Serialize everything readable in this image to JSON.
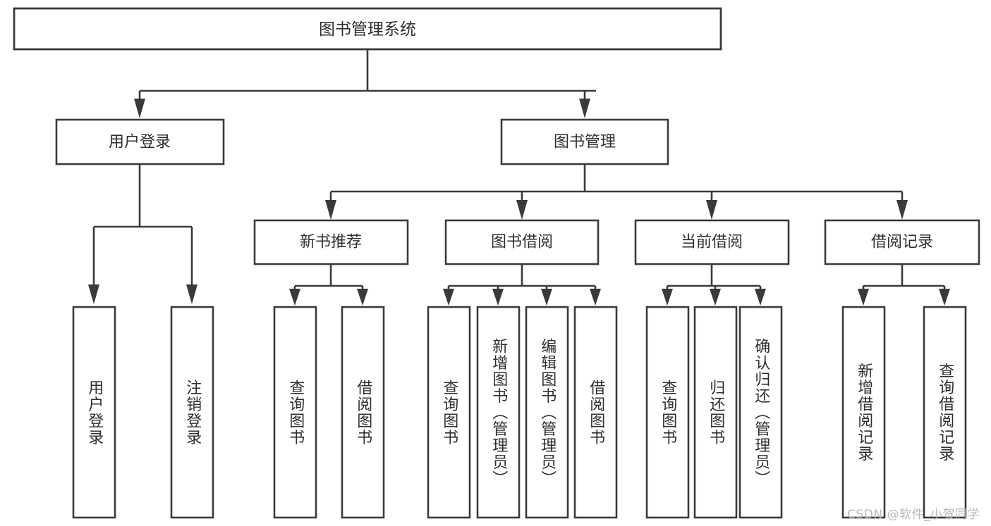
{
  "diagram": {
    "type": "tree",
    "title": "图书管理系统",
    "watermark": "CSDN @软件_小贺同学",
    "colors": {
      "box_stroke": "#3a3a3a",
      "box_fill": "#ffffff",
      "text": "#2f2f2f",
      "connector": "#3a3a3a",
      "watermark": "#b8b8b8",
      "background": "#ffffff"
    },
    "root": {
      "label": "图书管理系统"
    },
    "level2": [
      {
        "label": "用户登录"
      },
      {
        "label": "图书管理"
      }
    ],
    "level3": [
      {
        "label": "新书推荐"
      },
      {
        "label": "图书借阅"
      },
      {
        "label": "当前借阅"
      },
      {
        "label": "借阅记录"
      }
    ],
    "leaves": {
      "user_login": [
        {
          "label": "用户登录"
        },
        {
          "label": "注销登录"
        }
      ],
      "new_book": [
        {
          "label": "查询图书"
        },
        {
          "label": "借阅图书"
        }
      ],
      "book_borrow": [
        {
          "label": "查询图书"
        },
        {
          "label": "新增图书（管理员）"
        },
        {
          "label": "编辑图书（管理员）"
        },
        {
          "label": "借阅图书"
        }
      ],
      "current_borrow": [
        {
          "label": "查询图书"
        },
        {
          "label": "归还图书"
        },
        {
          "label": "确认归还（管理员）"
        }
      ],
      "borrow_record": [
        {
          "label": "新增借阅记录"
        },
        {
          "label": "查询借阅记录"
        }
      ]
    }
  }
}
